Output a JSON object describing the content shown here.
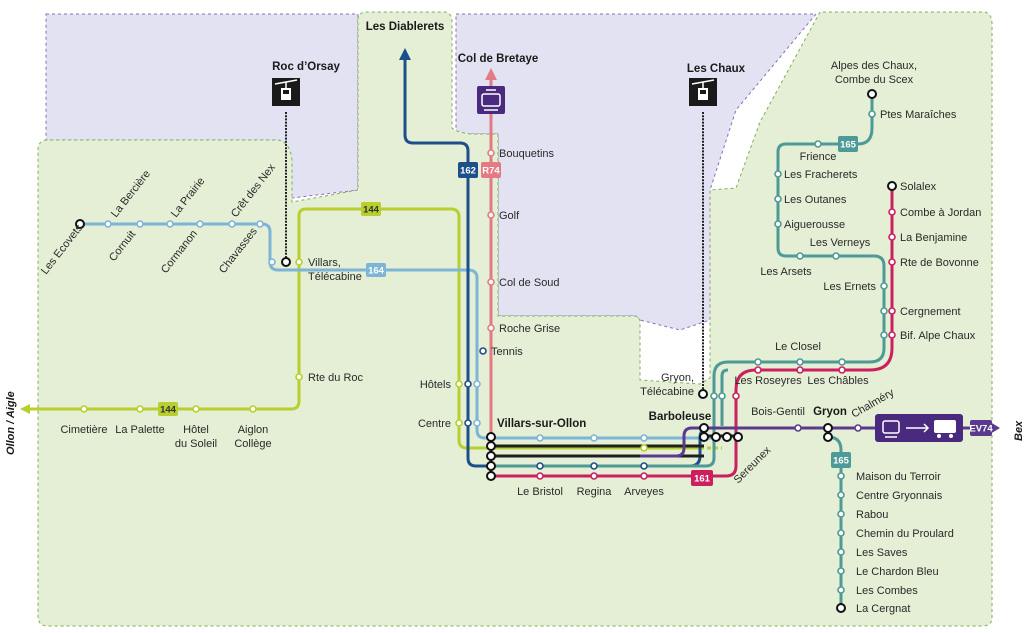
{
  "colors": {
    "line_144": "#b9cf2e",
    "line_164": "#7db5d6",
    "line_162": "#1d4f8b",
    "line_r74": "#e37a84",
    "line_161": "#cc1f5e",
    "line_165": "#4e9a96",
    "line_ev74": "#5b3a8e",
    "lift": "#222222",
    "zone_green": "#e4efd5",
    "zone_purple": "#e2e2f2"
  },
  "icons": {
    "roc_dorsay": "cable-car-icon",
    "col_de_bretaye": "cog-train-icon",
    "les_chaux": "cable-car-icon",
    "transfer": "train-to-bus-icon"
  },
  "edges": {
    "left": "Ollon / Aigle",
    "right": "Bex"
  },
  "terminals": {
    "diablerets": "Les Diablerets",
    "bretaye": "Col de Bretaye",
    "roc": "Roc d’Orsay",
    "chaux": "Les Chaux",
    "alpes_1": "Alpes des Chaux,",
    "alpes_2": "Combe du Scex"
  },
  "badges": {
    "b144": "144",
    "b164": "164",
    "b162": "162",
    "br74": "R74",
    "b165": "165",
    "b161": "161",
    "bev74": "EV74"
  },
  "stations": {
    "ecovets": "Les Ecovets",
    "berciere": "La Bercière",
    "cornuit": "Cornuit",
    "prairie": "La Prairie",
    "cormanon": "Cormanon",
    "cret_nex": "Crêt des Nex",
    "chavasses": "Chavasses",
    "villars_tc_1": "Villars,",
    "villars_tc_2": "Télécabine",
    "rte_roc": "Rte du Roc",
    "cimetiere": "Cimetière",
    "palette": "La Palette",
    "hotel_soleil_1": "Hôtel",
    "hotel_soleil_2": "du Soleil",
    "aiglon_1": "Aiglon",
    "aiglon_2": "Collège",
    "hotels": "Hôtels",
    "centre": "Centre",
    "villars_ollon": "Villars-sur-Ollon",
    "tennis": "Tennis",
    "roche_grise": "Roche Grise",
    "col_soud": "Col de Soud",
    "golf": "Golf",
    "bouquetins": "Bouquetins",
    "bristol": "Le Bristol",
    "regina": "Regina",
    "arveyes": "Arveyes",
    "gryon_tc_1": "Gryon,",
    "gryon_tc_2": "Télécabine",
    "barboleuse": "Barboleuse",
    "sereunex": "Sereunex",
    "bois_gentil": "Bois-Gentil",
    "gryon": "Gryon",
    "chalmery": "Chalméry",
    "roseyres": "Les Roseyres",
    "chables": "Les Châbles",
    "closel": "Le Closel",
    "ptes_maraiches": "Ptes Maraîches",
    "frience": "Frience",
    "fracherets": "Les Fracherets",
    "outanes": "Les Outanes",
    "aiguerousse": "Aiguerousse",
    "verneys": "Les Verneys",
    "arsets": "Les Arsets",
    "ernets": "Les Ernets",
    "solalex": "Solalex",
    "combe_jordan": "Combe à Jordan",
    "benjamine": "La Benjamine",
    "rte_bovonne": "Rte de Bovonne",
    "cergnement": "Cergnement",
    "bif_alpe": "Bif. Alpe Chaux",
    "maison_terroir": "Maison du Terroir",
    "centre_gryonnais": "Centre Gryonnais",
    "rabou": "Rabou",
    "chemin_proulard": "Chemin du Proulard",
    "saves": "Les Saves",
    "chardon": "Le Chardon Bleu",
    "combes": "Les Combes",
    "cergnat": "La Cergnat"
  }
}
